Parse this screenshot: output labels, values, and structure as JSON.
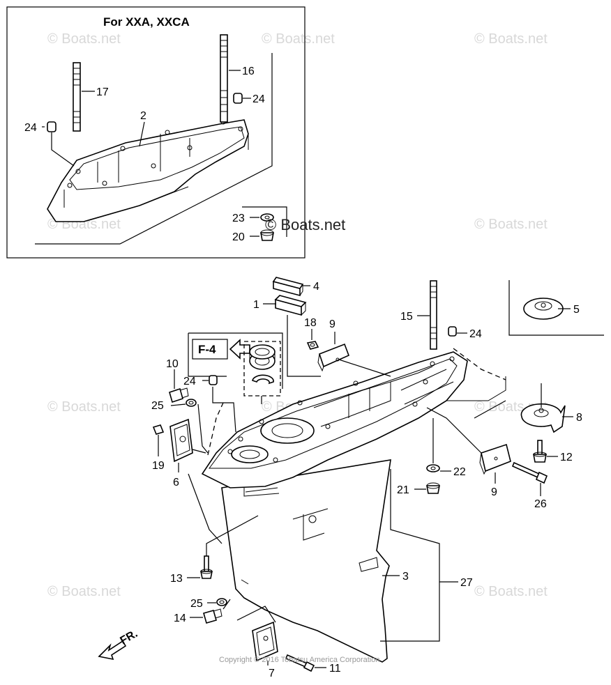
{
  "inset": {
    "title": "For XXA, XXCA"
  },
  "callouts": {
    "p1": "1",
    "p2": "2",
    "p3": "3",
    "p4": "4",
    "p5": "5",
    "p6": "6",
    "p7": "7",
    "p8": "8",
    "p9a": "9",
    "p9b": "9",
    "p10": "10",
    "p11": "11",
    "p12": "12",
    "p13": "13",
    "p14": "14",
    "p15": "15",
    "p16": "16",
    "p17": "17",
    "p18": "18",
    "p19": "19",
    "p20": "20",
    "p21": "21",
    "p22": "22",
    "p23": "23",
    "p24a": "24",
    "p24b": "24",
    "p24c": "24",
    "p24d": "24",
    "p25a": "25",
    "p25b": "25",
    "p26": "26",
    "p27": "27"
  },
  "reference": {
    "label": "F-4"
  },
  "direction": {
    "label": "FR."
  },
  "watermark": {
    "text": "© Boats.net"
  },
  "copyright": {
    "text": "Copyright © 2016 Tohatsu America Corporation"
  },
  "colors": {
    "line": "#000000",
    "watermark": "#d8d8d8",
    "background": "#ffffff"
  }
}
